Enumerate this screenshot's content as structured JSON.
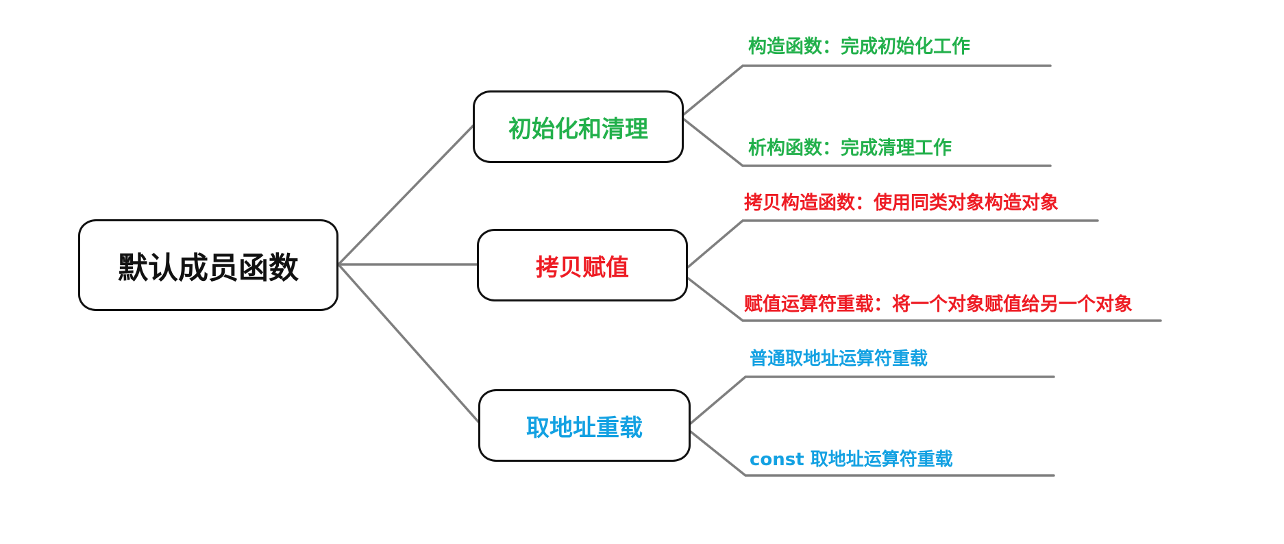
{
  "colors": {
    "group_1": "#22b04b",
    "group_2": "#ee1c24",
    "group_3": "#13a1e2",
    "connector": "#7f7f7f",
    "node_border": "#111111"
  },
  "root": {
    "label": "默认成员函数"
  },
  "branches": [
    {
      "label": "初始化和清理",
      "color": "#22b04b",
      "leaves": [
        "构造函数：完成初始化工作",
        "析构函数：完成清理工作"
      ]
    },
    {
      "label": "拷贝赋值",
      "color": "#ee1c24",
      "leaves": [
        "拷贝构造函数：使用同类对象构造对象",
        "赋值运算符重载：将一个对象赋值给另一个对象"
      ]
    },
    {
      "label": "取地址重载",
      "color": "#13a1e2",
      "leaves": [
        "普通取地址运算符重载",
        "const 取地址运算符重载"
      ]
    }
  ]
}
